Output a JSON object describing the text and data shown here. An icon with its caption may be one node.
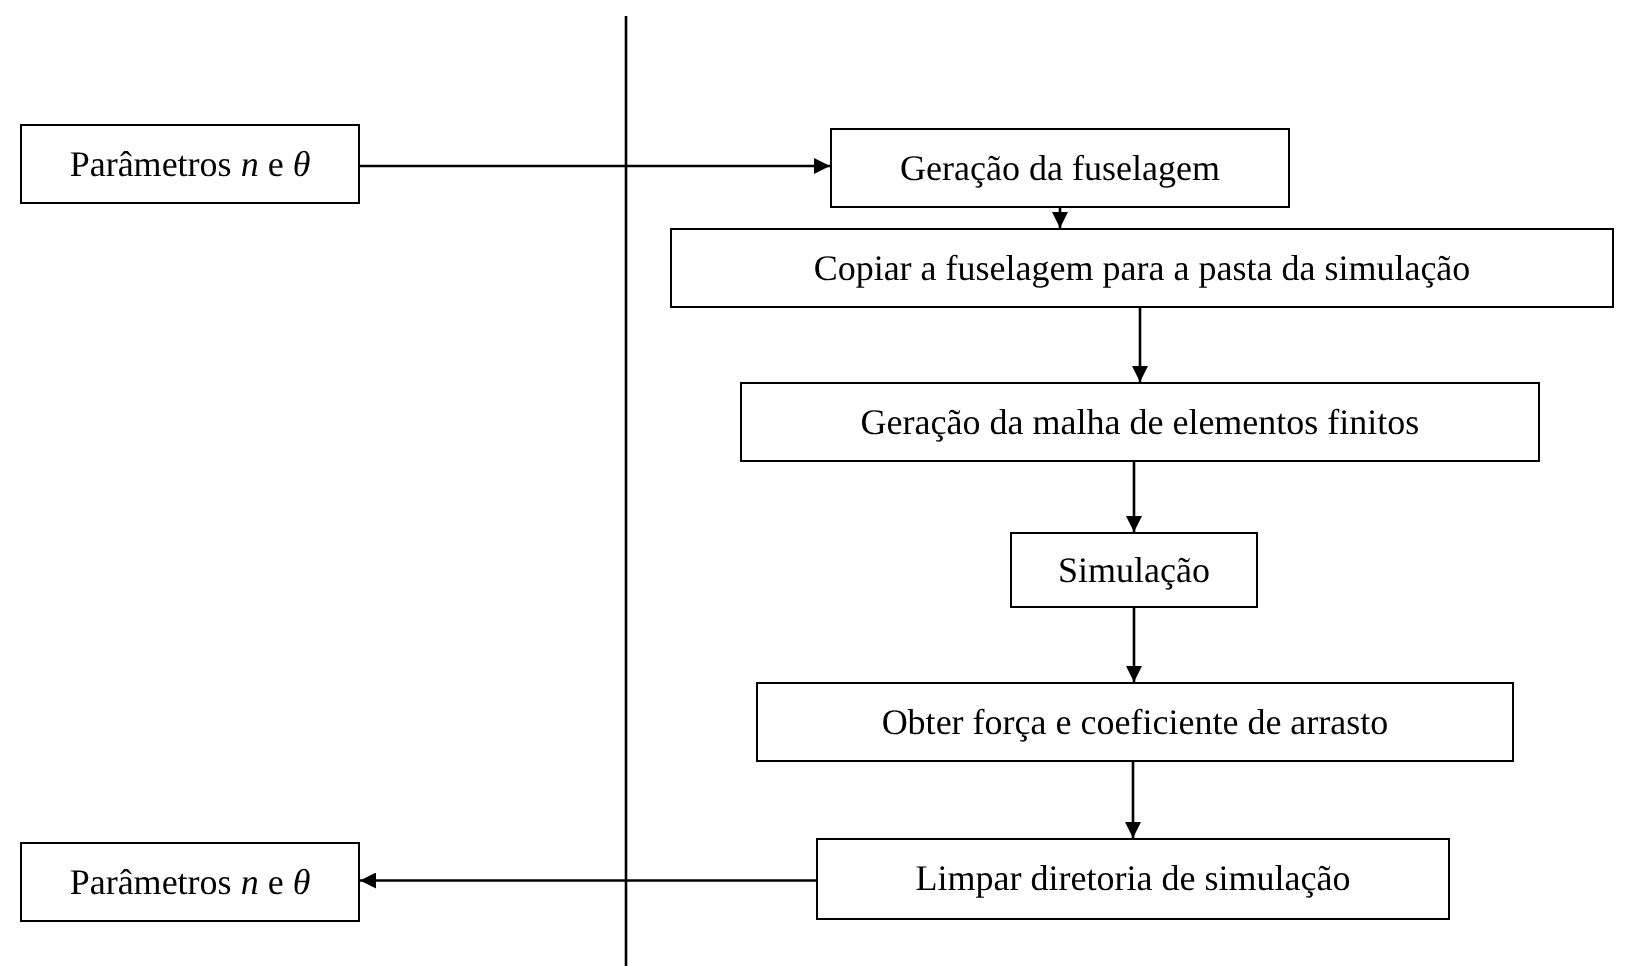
{
  "diagram": {
    "nodes": [
      {
        "text": [
          "Parâmetros *n* e *θ*"
        ]
      },
      {
        "text": [
          "Geração da fuselagem"
        ]
      },
      {
        "text": [
          "Copiar a fuselagem para a pasta da simulação"
        ]
      },
      {
        "text": [
          "Geração da malha de elementos finitos"
        ]
      },
      {
        "text": [
          "Simulação"
        ]
      },
      {
        "text": [
          "Obter força e coeficiente de arrasto"
        ]
      },
      {
        "text": [
          "Limpar diretoria de simulação"
        ]
      },
      {
        "text": [
          "Parâmetros *n* e *θ*"
        ]
      }
    ],
    "edges": [
      {
        "from": 0,
        "to": 1,
        "arrow": "to"
      },
      {
        "from": 1,
        "to": 2,
        "arrow": "to"
      },
      {
        "from": 2,
        "to": 3,
        "arrow": "to"
      },
      {
        "from": 3,
        "to": 4,
        "arrow": "to"
      },
      {
        "from": 4,
        "to": 5,
        "arrow": "to"
      },
      {
        "from": 5,
        "to": 6,
        "arrow": "to"
      },
      {
        "from": 6,
        "to": 7,
        "arrow": "to"
      }
    ]
  }
}
